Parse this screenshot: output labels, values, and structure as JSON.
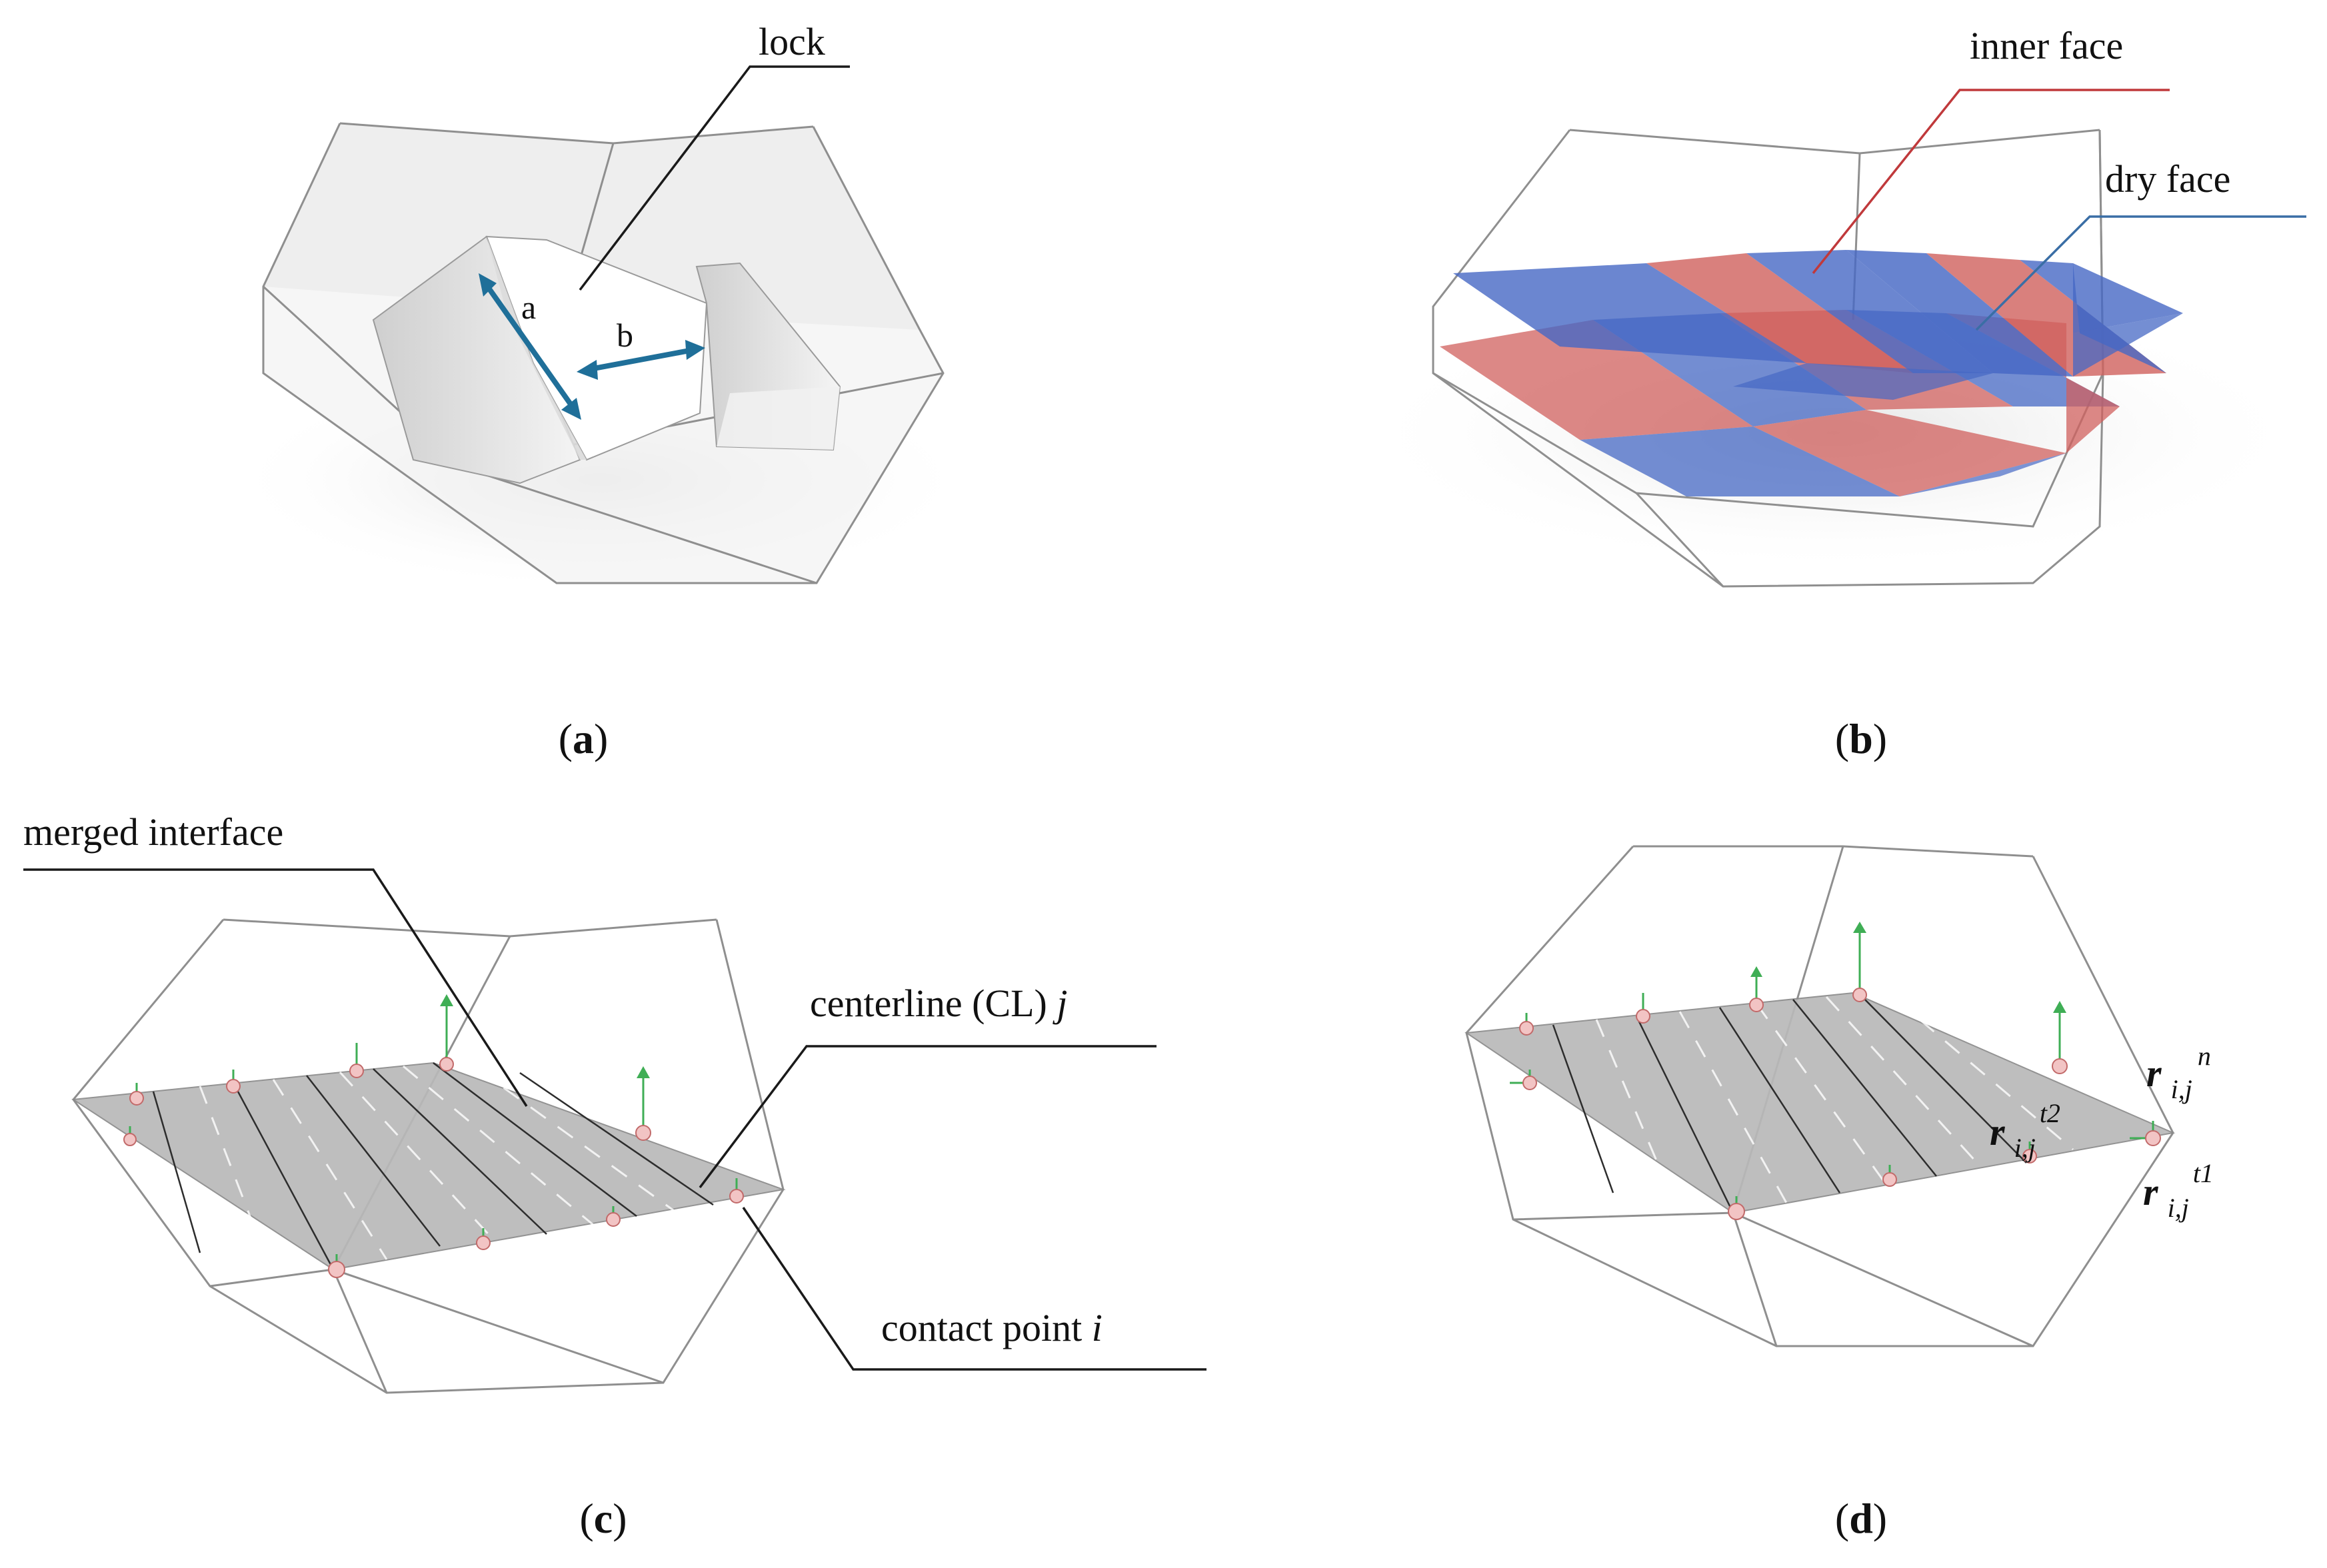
{
  "panels": {
    "a": {
      "caption_open": "(",
      "caption_letter": "a",
      "caption_close": ")",
      "label_lock": "lock",
      "label_a": "a",
      "label_b": "b",
      "arrow_color": "#1f6f99"
    },
    "b": {
      "caption_open": "(",
      "caption_letter": "b",
      "caption_close": ")",
      "label_inner_face": "inner face",
      "label_dry_face": "dry face",
      "inner_face_color": "#d0605d",
      "dry_face_color": "#4668c4",
      "inner_leader_color": "#c0393b",
      "dry_leader_color": "#3a6ea5"
    },
    "c": {
      "caption_open": "(",
      "caption_letter": "c",
      "caption_close": ")",
      "label_merged_interface": "merged interface",
      "label_centerline": "centerline (CL) ",
      "label_centerline_var": "j",
      "label_contact_point": "contact point ",
      "label_contact_point_var": "i"
    },
    "d": {
      "caption_open": "(",
      "caption_letter": "d",
      "caption_close": ")",
      "r_symbol": "r",
      "r_subscript": "i,j",
      "sup_n": "n",
      "sup_t2": "t2",
      "sup_t1": "t1"
    }
  },
  "colors": {
    "edge": "#8f8f8f",
    "interface_fill": "#b9b9b9",
    "normal_vector": "#3fae55",
    "contact_point": "#f2c4c4"
  }
}
